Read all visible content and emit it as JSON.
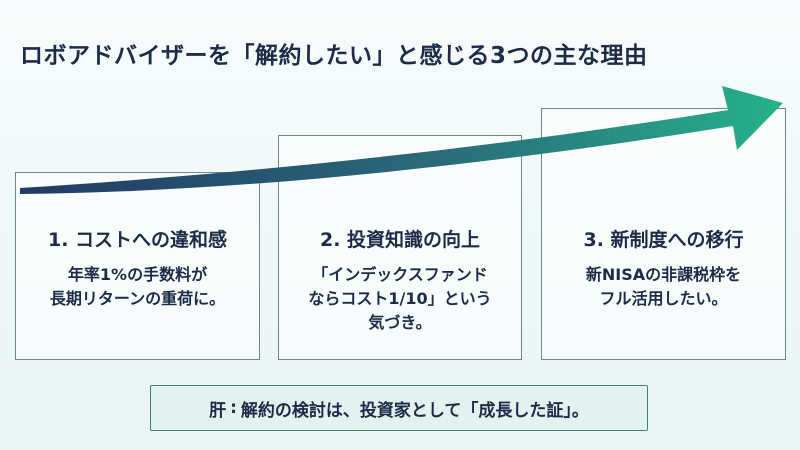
{
  "title": "ロボアドバイザーを「解約したい」と感じる3つの主な理由",
  "cards": [
    {
      "heading": "1. コストへの違和感",
      "lines": [
        "年率1%の手数料が",
        "長期リターンの重荷に。"
      ]
    },
    {
      "heading": "2. 投資知識の向上",
      "lines": [
        "「インデックスファンド",
        "ならコスト1/10」という",
        "気づき。"
      ]
    },
    {
      "heading": "3. 新制度への移行",
      "lines": [
        "新NISAの非課税枠を",
        "フル活用したい。"
      ]
    }
  ],
  "callout": {
    "key": "肝",
    "separator": ":",
    "text": "解約の検討は、投資家として「成長した証」。"
  },
  "colors": {
    "arrow_start": "#223a63",
    "arrow_end": "#26b18a",
    "text": "#1c2c48",
    "card_border": "#6a8a85",
    "callout_bg": "#e3f1ef",
    "callout_border": "#3f7f78"
  }
}
